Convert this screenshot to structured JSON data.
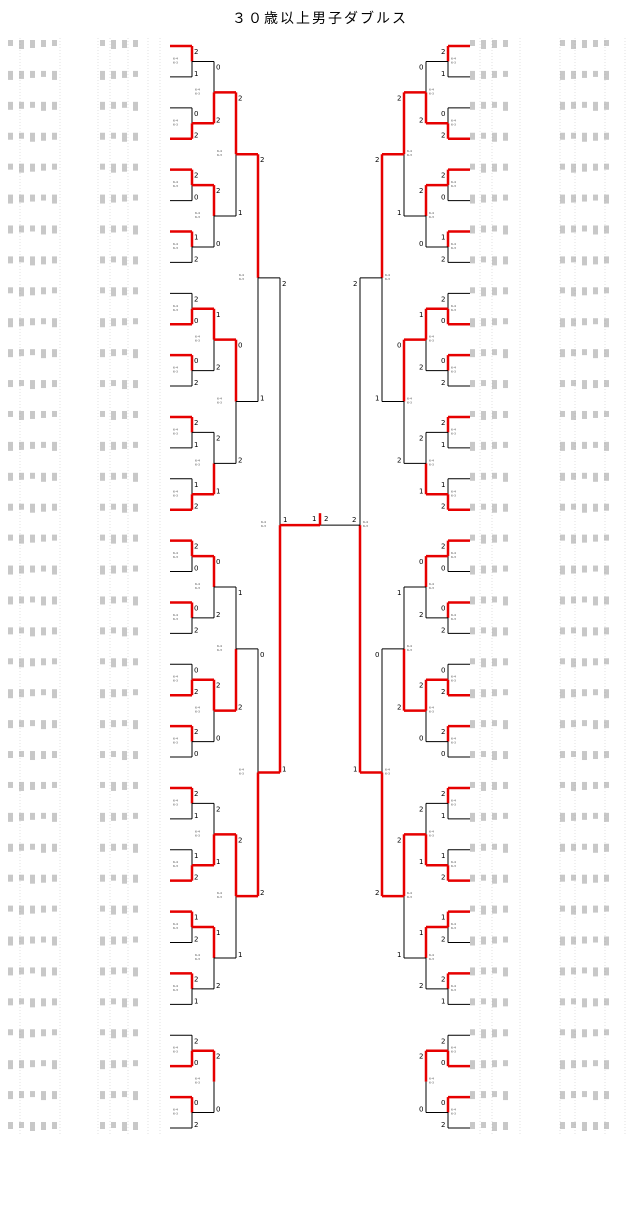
{
  "page": {
    "title": "３０歳以上男子ダブルス"
  },
  "bracket": {
    "left_entries": 36,
    "right_entries": 36,
    "winner_color": "#e60000",
    "loser_color": "#000000",
    "first_round_scores": [
      "2",
      "0",
      "2",
      "1",
      "2",
      "0",
      "2",
      "1",
      "2",
      "0",
      "0",
      "2",
      "2",
      "1",
      "1",
      "2",
      "2",
      "0",
      "2",
      "0",
      "2",
      "1",
      "0",
      "2",
      "2",
      "0",
      "2",
      "1",
      "2",
      "0",
      "1",
      "2",
      "2",
      "0",
      "2",
      "0"
    ],
    "second_round_scores": [
      "0",
      "2",
      "1",
      "2",
      "0",
      "2",
      "2",
      "1",
      "2",
      "0",
      "2",
      "1",
      "0",
      "2",
      "2",
      "0",
      "1",
      "2"
    ],
    "third_round_scores": [
      "2",
      "0",
      "1",
      "2",
      "2",
      "1",
      "0",
      "2",
      "2",
      "0"
    ],
    "semi_scores": [
      "1",
      "2",
      "2",
      "0"
    ],
    "final_scores": [
      "1",
      "2"
    ]
  }
}
